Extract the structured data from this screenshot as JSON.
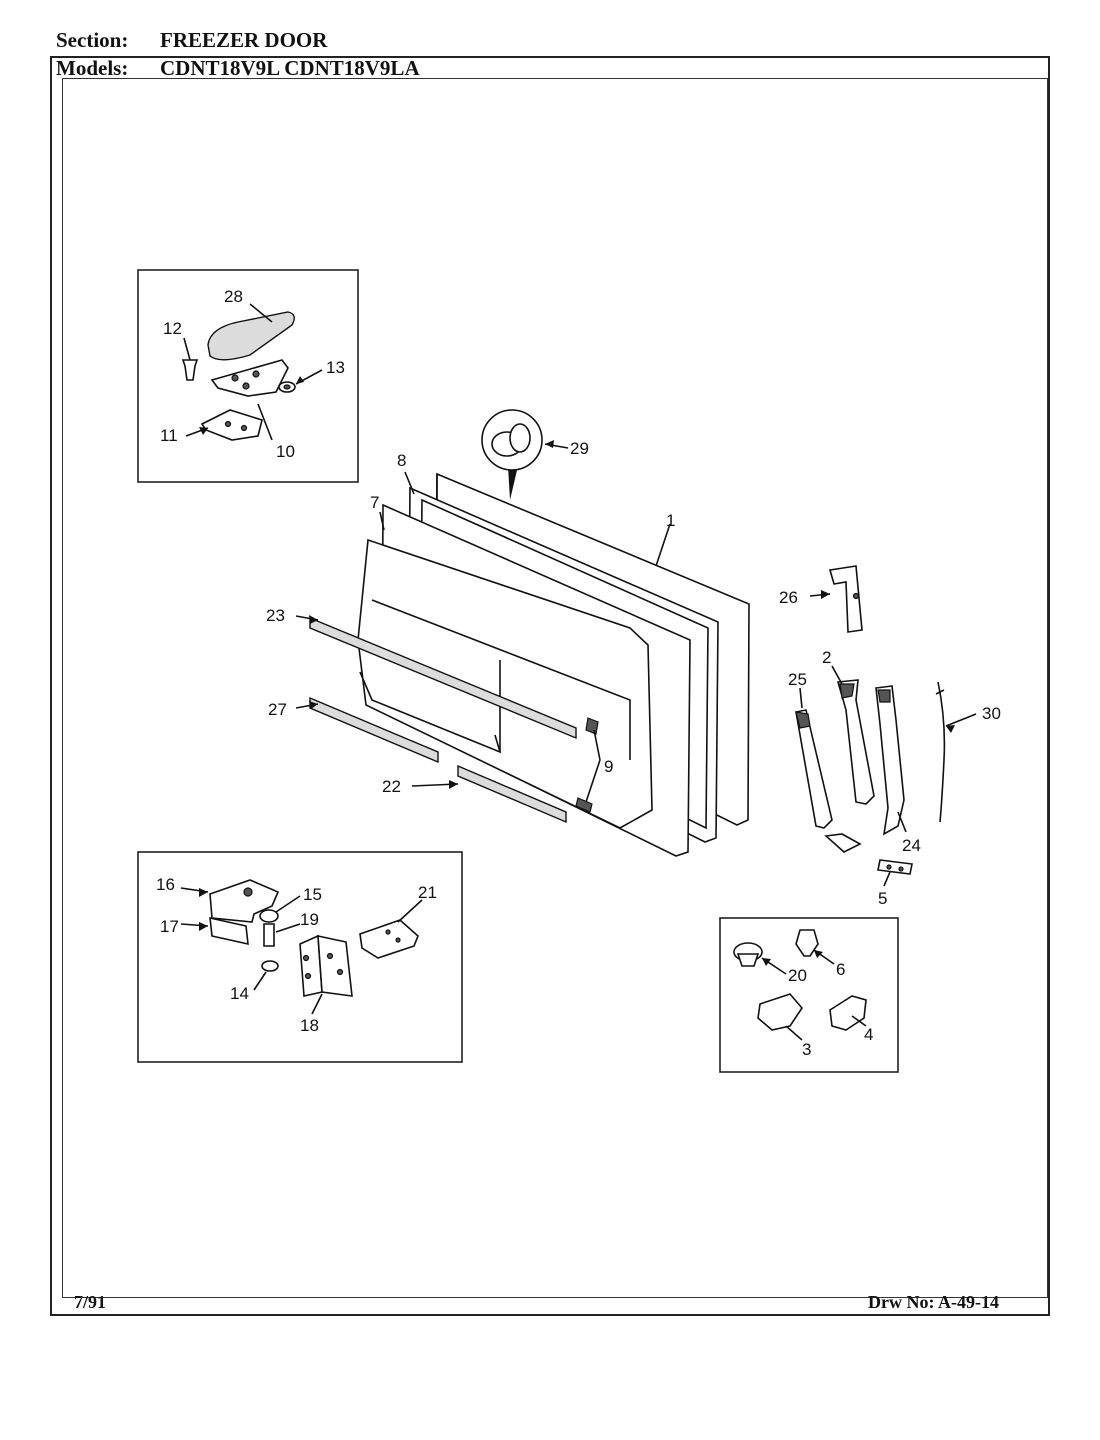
{
  "header": {
    "section_label": "Section:",
    "section_value": "FREEZER DOOR",
    "models_label": "Models:",
    "models_value": "CDNT18V9L  CDNT18V9LA"
  },
  "footer": {
    "date": "7/91",
    "drawing_no": "Drw No: A-49-14"
  },
  "callouts": {
    "p1": "1",
    "p2": "2",
    "p3": "3",
    "p4": "4",
    "p5": "5",
    "p6": "6",
    "p7": "7",
    "p8": "8",
    "p9": "9",
    "p10": "10",
    "p11": "11",
    "p12": "12",
    "p13": "13",
    "p14": "14",
    "p15": "15",
    "p16": "16",
    "p17": "17",
    "p18": "18",
    "p19": "19",
    "p20": "20",
    "p21": "21",
    "p22": "22",
    "p23": "23",
    "p24": "24",
    "p25": "25",
    "p26": "26",
    "p27": "27",
    "p28": "28",
    "p29": "29",
    "p30": "30"
  }
}
